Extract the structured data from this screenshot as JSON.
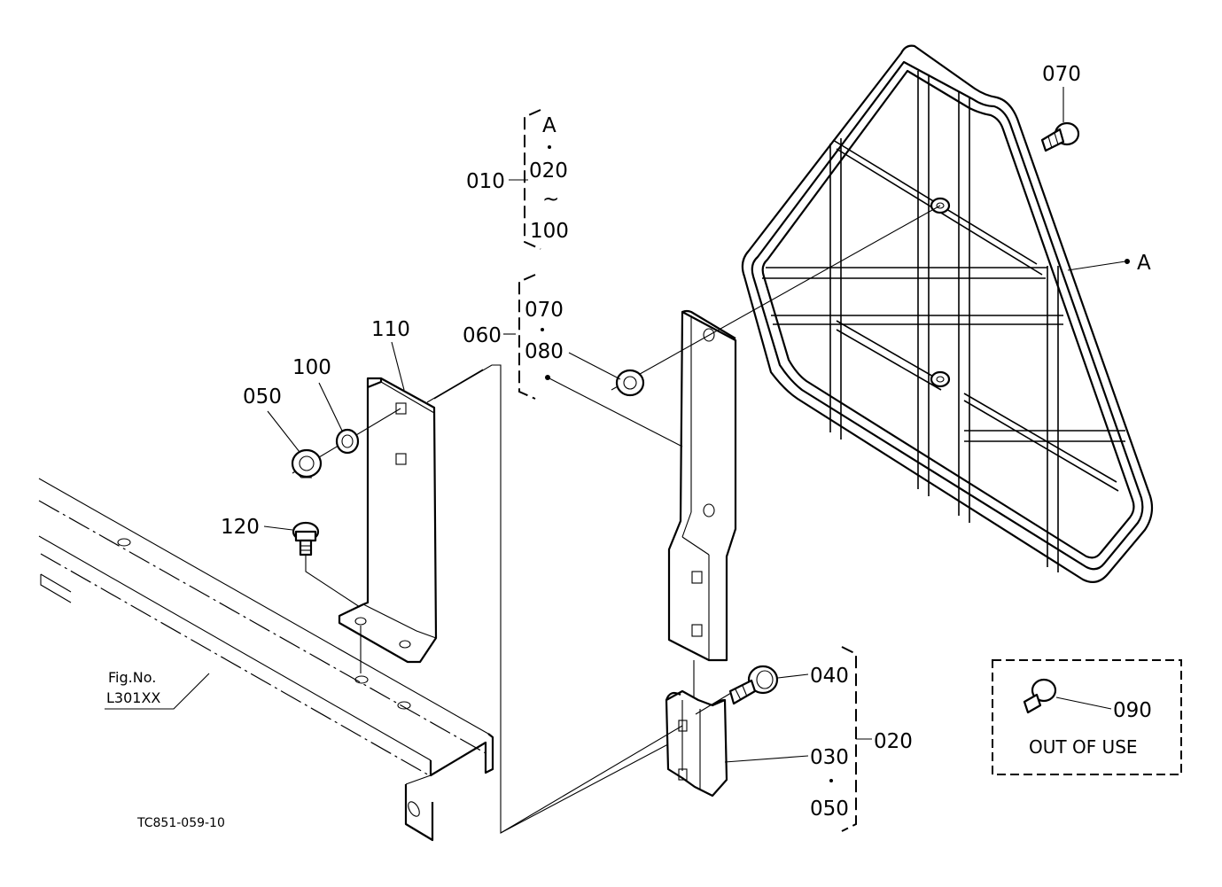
{
  "labels": {
    "set_010": "010",
    "set_010_a": "A",
    "set_010_from": "020",
    "set_010_tilde": "~",
    "set_010_to": "100",
    "set_060": "060",
    "set_060_a": "070",
    "set_060_b": "080",
    "p070_top": "070",
    "ref_a": "A",
    "p110": "110",
    "p100": "100",
    "p050": "050",
    "p120": "120",
    "p040": "040",
    "set_020": "020",
    "p030": "030",
    "p050_b": "050",
    "p090": "090"
  },
  "out_of_use_box": {
    "part": "090",
    "text": "OUT OF USE"
  },
  "fig_ref": {
    "line1": "Fig.No.",
    "line2": "L301XX"
  },
  "drawing_id": "TC851-059-10"
}
